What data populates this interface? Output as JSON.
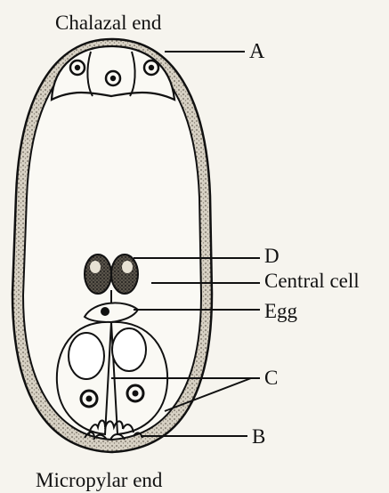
{
  "diagram": {
    "top_label": "Chalazal end",
    "bottom_label": "Micropylar end",
    "labels": {
      "a": "A",
      "b": "B",
      "c": "C",
      "d": "D",
      "central_cell": "Central cell",
      "egg": "Egg"
    }
  },
  "colors": {
    "background": "#f6f4ee",
    "ink": "#111111",
    "wall_stipple": "#b9b3a5"
  }
}
